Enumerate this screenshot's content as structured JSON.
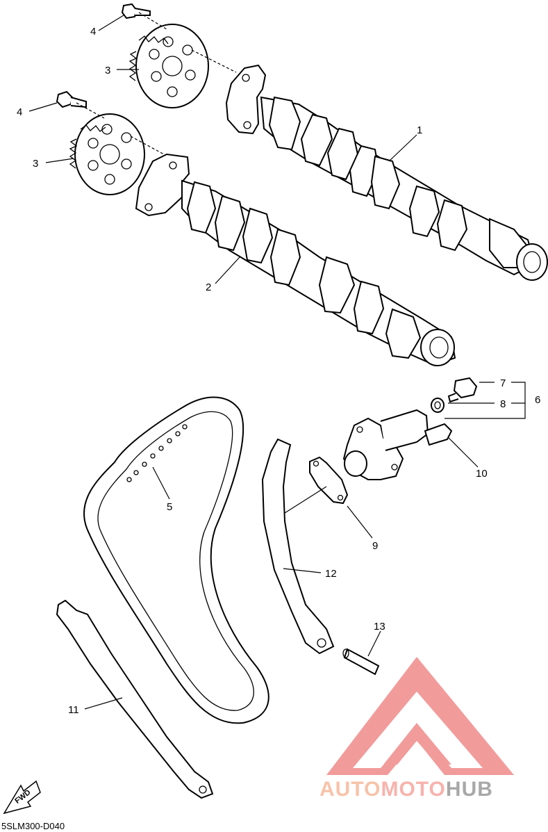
{
  "diagram": {
    "drawing_code": "5SLM300-D040",
    "fwd_label": "FWD",
    "callouts": [
      {
        "id": "1",
        "label": "1"
      },
      {
        "id": "2",
        "label": "2"
      },
      {
        "id": "3a",
        "label": "3"
      },
      {
        "id": "3b",
        "label": "3"
      },
      {
        "id": "4a",
        "label": "4"
      },
      {
        "id": "4b",
        "label": "4"
      },
      {
        "id": "5",
        "label": "5"
      },
      {
        "id": "6",
        "label": "6"
      },
      {
        "id": "7",
        "label": "7"
      },
      {
        "id": "8",
        "label": "8"
      },
      {
        "id": "9",
        "label": "9"
      },
      {
        "id": "10",
        "label": "10"
      },
      {
        "id": "11",
        "label": "11"
      },
      {
        "id": "12",
        "label": "12"
      },
      {
        "id": "13",
        "label": "13"
      }
    ]
  },
  "watermark": {
    "part1": "AUTO",
    "part2": "MOTO",
    "part3": "HUB",
    "color_auto": "#f6b99b",
    "color_moto": "#f7a59e",
    "color_hub": "#9a9a9a",
    "logo_color": "#f08a8a"
  }
}
